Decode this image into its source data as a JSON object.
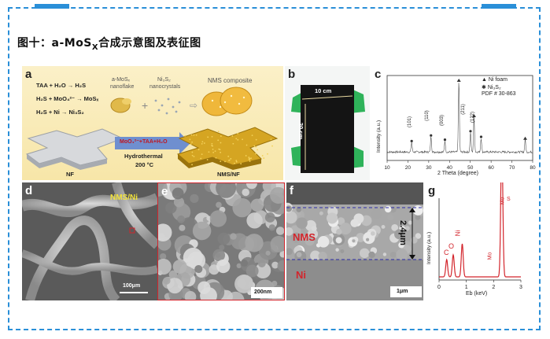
{
  "caption": {
    "prefix": "图十：a-MoS",
    "sub": "X",
    "suffix": "合成示意图及表征图"
  },
  "panels": {
    "a": {
      "label": "a",
      "eq1": "TAA + H₂O → H₂S",
      "eq2": "H₂S + MoO₄²⁻ → MoSₓ",
      "eq3": "H₂S + Ni → Ni₃S₂",
      "nanoflake_1": "a-MoSₓ",
      "nanoflake_2": "nanoflake",
      "nanocrystal_1": "Ni₃S₂",
      "nanocrystal_2": "nanocrystals",
      "composite": "NMS composite",
      "reagent": "MoO₄²⁻+TAA+H₂O",
      "process_1": "Hydrothermal",
      "process_2": "200 °C",
      "nf": "NF",
      "nms_nf": "NMS/NF"
    },
    "b": {
      "label": "b",
      "width": "10 cm",
      "height": "20 cm"
    },
    "c": {
      "label": "c",
      "legend_1": "Ni foam",
      "legend_2": "Ni₃S₂",
      "legend_3": "PDF # 30-863",
      "xlabel": "2 Theta (degree)",
      "ylabel": "Intensity (a.u.)",
      "peak_labels": [
        "(101)",
        "(110)",
        "(003)",
        "(211)",
        "(122)"
      ]
    },
    "d": {
      "label": "d",
      "tag": "NMS/Ni",
      "scale": "100μm"
    },
    "e": {
      "label": "e",
      "scale": "200nm"
    },
    "f": {
      "label": "f",
      "nms": "NMS",
      "ni": "Ni",
      "thickness": "2.4μm",
      "scale": "1μm"
    },
    "g": {
      "label": "g",
      "xlabel": "Eb (keV)",
      "ylabel": "Intensity (a.u.)",
      "peaks": {
        "c": "C",
        "o": "O",
        "ni": "Ni",
        "mo1": "Mo",
        "mo2": "Mo",
        "s": "S"
      }
    }
  },
  "chart_data": [
    {
      "type": "line",
      "panel": "c",
      "xlabel": "2 Theta (degree)",
      "ylabel": "Intensity (a.u.)",
      "xlim": [
        10,
        80
      ],
      "x_ticks": [
        10,
        20,
        30,
        40,
        50,
        60,
        70,
        80
      ],
      "peaks": [
        {
          "x": 21.8,
          "height": 0.14,
          "label": "(101)"
        },
        {
          "x": 31.1,
          "height": 0.22,
          "label": "(110)"
        },
        {
          "x": 37.8,
          "height": 0.16,
          "label": "(003)"
        },
        {
          "x": 44.5,
          "height": 1.0,
          "label": ""
        },
        {
          "x": 50.1,
          "height": 0.28,
          "label": "(211)"
        },
        {
          "x": 51.8,
          "height": 0.5,
          "label": ""
        },
        {
          "x": 55.2,
          "height": 0.2,
          "label": "(122)"
        },
        {
          "x": 76.4,
          "height": 0.18,
          "label": ""
        }
      ]
    },
    {
      "type": "line",
      "panel": "g",
      "xlabel": "Eb (keV)",
      "ylabel": "Intensity (a.u.)",
      "xlim": [
        0,
        3
      ],
      "x_ticks": [
        0,
        1,
        2,
        3
      ],
      "peaks": [
        {
          "x": 0.28,
          "height": 0.22
        },
        {
          "x": 0.52,
          "height": 0.28
        },
        {
          "x": 0.85,
          "height": 0.42
        },
        {
          "x": 2.29,
          "height": 0.92
        },
        {
          "x": 2.31,
          "height": 0.9
        }
      ]
    }
  ]
}
